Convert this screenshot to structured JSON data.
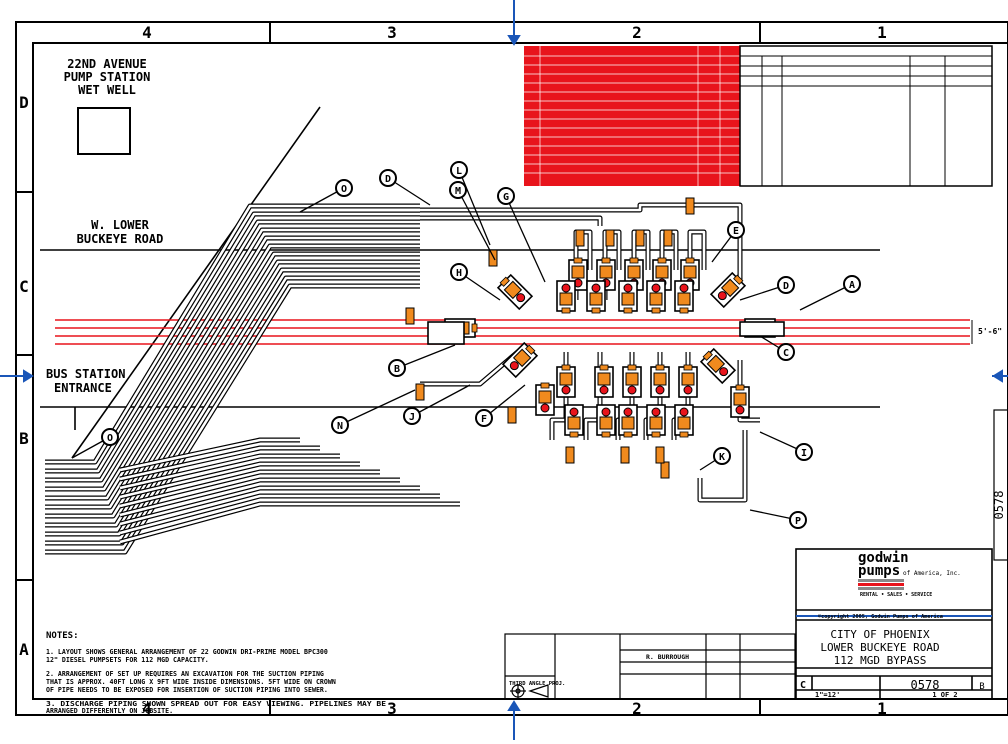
{
  "border": {
    "columns": [
      "4",
      "3",
      "2",
      "1"
    ],
    "rows": [
      "D",
      "C",
      "B",
      "A"
    ]
  },
  "labels": {
    "wet_well_line1": "22ND AVENUE",
    "wet_well_line2": "PUMP STATION",
    "wet_well_line3": "WET WELL",
    "road_line1": "W. LOWER",
    "road_line2": "BUCKEYE ROAD",
    "bus_line1": "BUS STATION",
    "bus_line2": "ENTRANCE",
    "dimension": "5'-6\""
  },
  "callouts": [
    "A",
    "B",
    "C",
    "D",
    "D",
    "E",
    "F",
    "G",
    "H",
    "I",
    "J",
    "K",
    "L",
    "M",
    "N",
    "O",
    "O",
    "P"
  ],
  "notes": {
    "heading": "NOTES:",
    "n1a": "1. LAYOUT SHOWS GENERAL ARRANGEMENT OF 22 GODWIN DRI-PRIME MODEL BPC300",
    "n1b": "12\" DIESEL PUMPSETS FOR 112 MGD CAPACITY.",
    "n2a": "2. ARRANGEMENT OF SET UP REQUIRES AN EXCAVATION FOR THE SUCTION PIPING",
    "n2b": "THAT IS APPROX. 40FT LONG X 9FT WIDE INSIDE DIMENSIONS. 5FT WIDE ON CROWN",
    "n2c": "OF PIPE NEEDS TO BE EXPOSED FOR INSERTION OF SUCTION PIPING INTO SEWER.",
    "n3a": "3. DISCHARGE PIPING SHOWN SPREAD OUT FOR EASY VIEWING. PIPELINES MAY BE",
    "n3b": "ARRANGED DIFFERENTLY ON JOBSITE."
  },
  "title_block": {
    "logo_line1": "godwin",
    "logo_line2": "pumps",
    "logo_suffix": "of America, Inc.",
    "tagline": "RENTAL • SALES • SERVICE",
    "copyright": "©copyright 2005, Godwin Pumps of America",
    "title_line1": "CITY OF PHOENIX",
    "title_line2": "LOWER BUCKEYE ROAD",
    "title_line3": "112 MGD BYPASS",
    "size": "C",
    "drawing_number": "0578",
    "rev": "B",
    "scale": "1\"=12'",
    "sheet": "1 OF 2",
    "third_angle": "THIRD ANGLE PROJ.",
    "approver": "R. BURROUGH",
    "side_number": "0578"
  },
  "colors": {
    "ink": "#000000",
    "red": "#e8141c",
    "orange": "#f08a1e",
    "blue": "#1a56b8",
    "pipe_grey": "#8a8a8a"
  }
}
